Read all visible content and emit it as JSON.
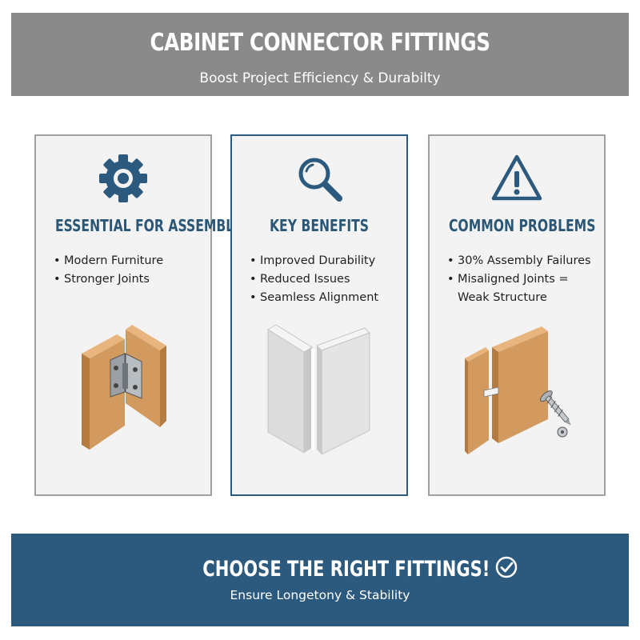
{
  "header": {
    "title": "CABINET CONNECTOR FITTINGS",
    "subtitle": "Boost Project Efficiency & Durabilty"
  },
  "cards": [
    {
      "icon": "gear-icon",
      "title": "ESSENTIAL FOR ASSEMBLY",
      "items": [
        "Modern Furniture",
        "Stronger Joints"
      ],
      "illustration": "wood-panels-with-hinge-bracket"
    },
    {
      "icon": "magnifier-icon",
      "title": "KEY BENEFITS",
      "items": [
        "Improved Durability",
        "Reduced Issues",
        "Seamless Alignment"
      ],
      "illustration": "aligned-corner-joint"
    },
    {
      "icon": "warning-icon",
      "title": "COMMON PROBLEMS",
      "items": [
        "30% Assembly Failures",
        "Misaligned Joints ="
      ],
      "items_continuation": "Weak Structure",
      "illustration": "misaligned-panels-with-screws"
    }
  ],
  "footer": {
    "title": "CHOOSE THE RIGHT FITTINGS!",
    "subtitle": "Ensure Longetony & Stability",
    "icon": "check-circle-icon"
  },
  "colors": {
    "header_bg": "#8a8a8a",
    "accent_blue": "#2c5a7f",
    "card_bg": "#f3f3f3",
    "card_border": "#a0a0a0",
    "wood": "#d29a5e"
  }
}
